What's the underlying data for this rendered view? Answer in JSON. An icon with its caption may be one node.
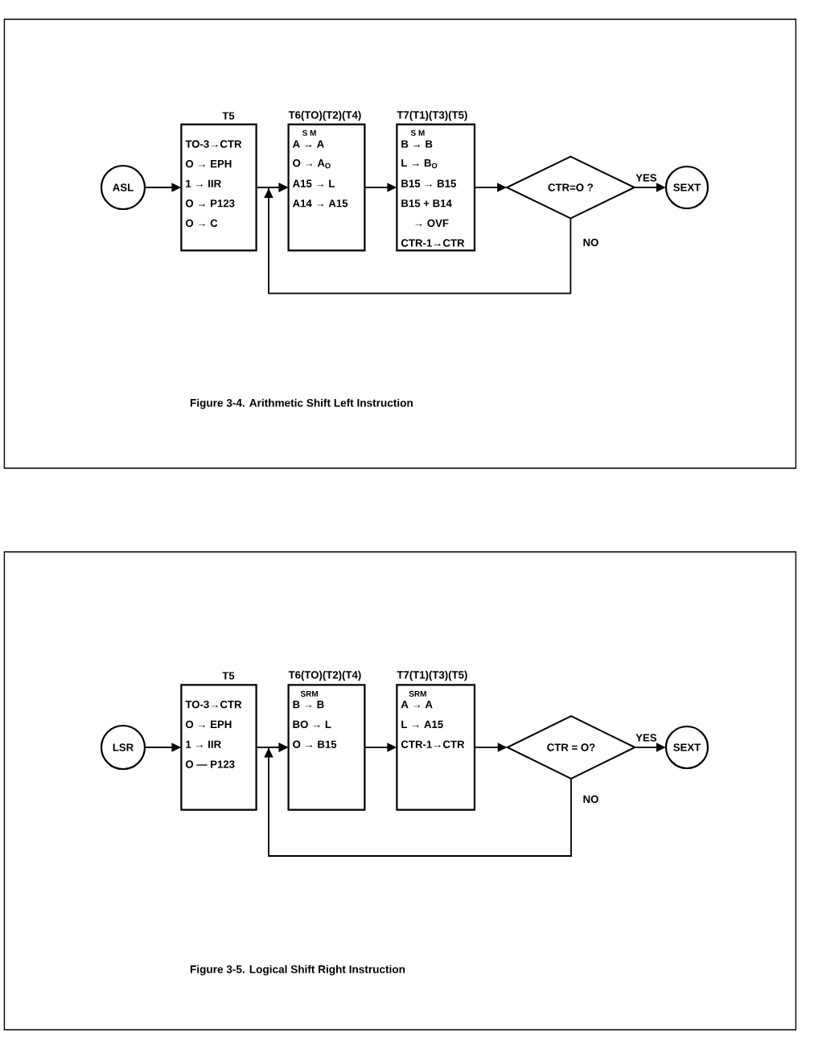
{
  "diagram": {
    "nodes": [
      {
        "text": [
          "Figure 3-4. Arithmetic Shift Left Instruction"
        ]
      },
      {
        "text": [
          "ASL"
        ],
        "in": 0
      },
      {
        "text": [
          "T5",
          "TO-3→CTR",
          "O → EPH",
          "1 → IIR",
          "O → P123",
          "O → C"
        ],
        "in": 0
      },
      {
        "text": [
          "T6(TO)(T2)(T4)",
          "S M",
          "A → A",
          "O → A$_{O}$",
          "A15 → L",
          "A14 → A15"
        ],
        "in": 0
      },
      {
        "text": [
          "T7(T1)(T3)(T5)",
          "S M",
          "B → B",
          "L → B$_{O}$",
          "B15 → B15",
          "B15 + B14",
          "→ OVF",
          "CTR-1→CTR"
        ],
        "in": 0
      },
      {
        "text": [
          "CTR=O ?"
        ],
        "in": 0
      },
      {
        "text": [
          "SEXT"
        ],
        "in": 0
      },
      {
        "text": [
          "Figure 3-5. Logical Shift Right Instruction"
        ]
      },
      {
        "text": [
          "LSR"
        ],
        "in": 7
      },
      {
        "text": [
          "T5",
          "TO-3→CTR",
          "O → EPH",
          "1 → IIR",
          "O — P123"
        ],
        "in": 7
      },
      {
        "text": [
          "T6(TO)(T2)(T4)",
          "SRM",
          "B → B",
          "BO → L",
          "O → B15"
        ],
        "in": 7
      },
      {
        "text": [
          "T7(T1)(T3)(T5)",
          "SRM",
          "A → A",
          "L → A15",
          "CTR-1→CTR"
        ],
        "in": 7
      },
      {
        "text": [
          "CTR = O?"
        ],
        "in": 7
      },
      {
        "text": [
          "SEXT"
        ],
        "in": 7
      }
    ],
    "edges": [
      {
        "from": 1,
        "to": 2,
        "arrow": "to"
      },
      {
        "from": 2,
        "to": 3,
        "arrow": "to"
      },
      {
        "from": 3,
        "to": 4,
        "arrow": "to"
      },
      {
        "from": 4,
        "to": 5,
        "arrow": "to"
      },
      {
        "from": 5,
        "to": 6,
        "arrow": "to",
        "label": "YES"
      },
      {
        "from": 5,
        "to": 3,
        "arrow": "to",
        "label": "NO"
      },
      {
        "from": 8,
        "to": 9,
        "arrow": "to"
      },
      {
        "from": 9,
        "to": 10,
        "arrow": "to"
      },
      {
        "from": 10,
        "to": 11,
        "arrow": "to"
      },
      {
        "from": 11,
        "to": 12,
        "arrow": "to"
      },
      {
        "from": 12,
        "to": 13,
        "arrow": "to",
        "label": "YES"
      },
      {
        "from": 12,
        "to": 10,
        "arrow": "to",
        "label": "NO"
      }
    ]
  }
}
